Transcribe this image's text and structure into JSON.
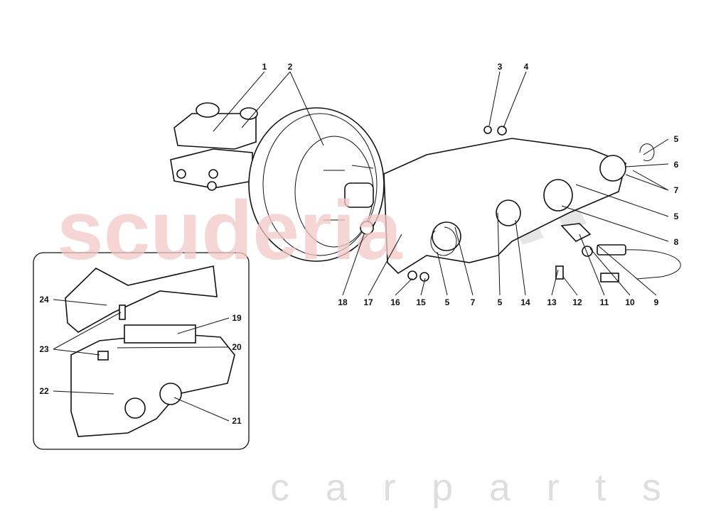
{
  "watermark": {
    "brand": "scuderia",
    "sub": "c a r p a r t s",
    "brand_color": "#f3c8c8"
  },
  "callouts": {
    "c1": "1",
    "c2": "2",
    "c3": "3",
    "c4": "4",
    "c5a": "5",
    "c6": "6",
    "c7a": "7",
    "c5b": "5",
    "c8": "8",
    "c9": "9",
    "c10": "10",
    "c11": "11",
    "c12": "12",
    "c13": "13",
    "c14": "14",
    "c5c": "5",
    "c7b": "7",
    "c5d": "5",
    "c15": "15",
    "c16": "16",
    "c17": "17",
    "c18": "18",
    "c24": "24",
    "c23": "23",
    "c22": "22",
    "c19": "19",
    "c20": "20",
    "c21": "21"
  }
}
